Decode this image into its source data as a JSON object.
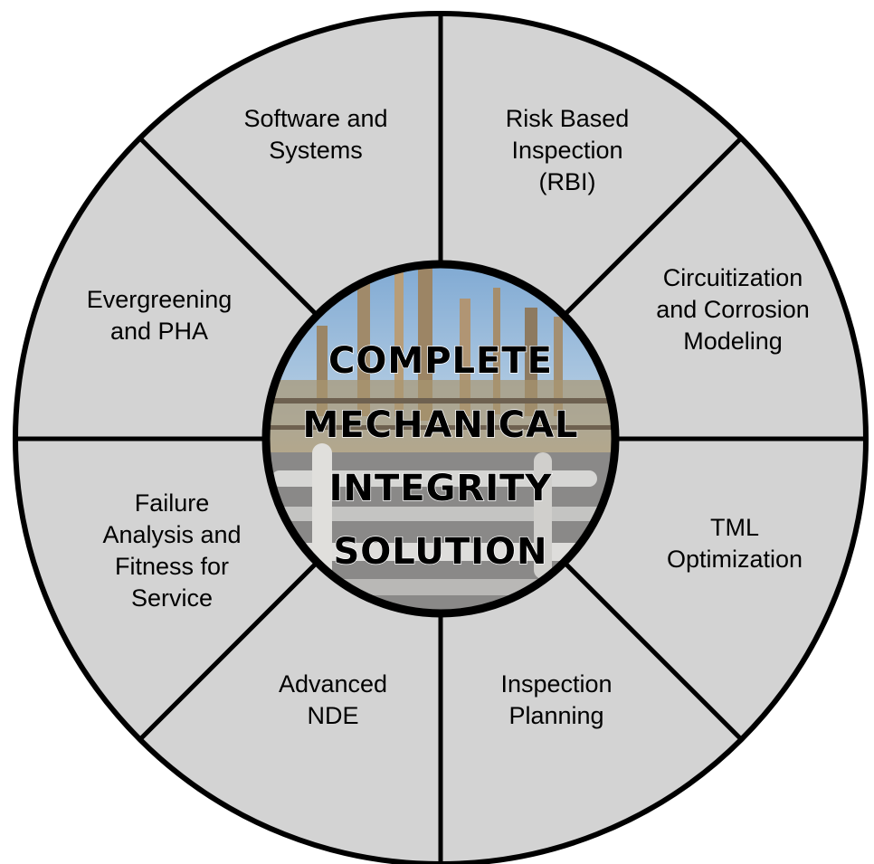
{
  "colors": {
    "segment_fill": "#d3d3d3",
    "outline": "#000000",
    "background": "#ffffff"
  },
  "center": {
    "image": "refinery-photo",
    "lines": [
      "COMPLETE",
      "MECHANICAL",
      "INTEGRITY",
      "SOLUTION"
    ]
  },
  "segments": [
    {
      "id": "risk-based-inspection",
      "lines": [
        "Risk Based",
        "Inspection",
        "(RBI)"
      ]
    },
    {
      "id": "circuitization",
      "lines": [
        "Circuitization",
        "and Corrosion",
        "Modeling"
      ]
    },
    {
      "id": "tml-optimization",
      "lines": [
        "TML",
        "Optimization"
      ]
    },
    {
      "id": "inspection-planning",
      "lines": [
        "Inspection",
        "Planning"
      ]
    },
    {
      "id": "advanced-nde",
      "lines": [
        "Advanced",
        "NDE"
      ]
    },
    {
      "id": "failure-analysis",
      "lines": [
        "Failure",
        "Analysis and",
        "Fitness for",
        "Service"
      ]
    },
    {
      "id": "evergreening",
      "lines": [
        "Evergreening",
        "and PHA"
      ]
    },
    {
      "id": "software-systems",
      "lines": [
        "Software and",
        "Systems"
      ]
    }
  ]
}
